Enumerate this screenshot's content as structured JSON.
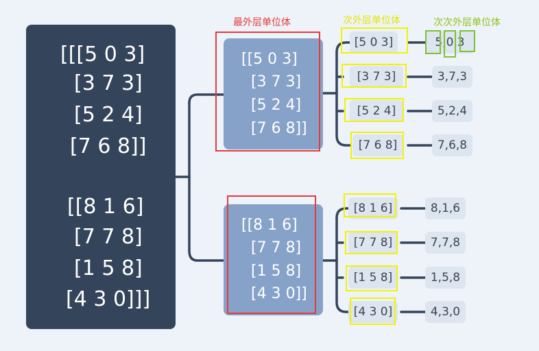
{
  "labels": {
    "outer": "最外层单位体",
    "second": "次外层单位体",
    "third": "次次外层单位体"
  },
  "root": {
    "lines": [
      "[[[5 0 3]",
      "[3 7 3]",
      "[5 2 4]",
      "[7 6 8]]",
      "[[8 1 6]",
      "[7 7 8]",
      "[1 5 8]",
      "[4 3 0]]]"
    ]
  },
  "groups": [
    {
      "lines": [
        "[[5 0 3]",
        "[3 7 3]",
        "[5 2 4]",
        "[7 6 8]]"
      ],
      "rows": [
        {
          "label": "[5 0 3]",
          "value": "5,0,3"
        },
        {
          "label": "[3 7 3]",
          "value": "3,7,3"
        },
        {
          "label": "[5 2 4]",
          "value": "5,2,4"
        },
        {
          "label": "[7 6 8]",
          "value": "7,6,8"
        }
      ]
    },
    {
      "lines": [
        "[[8 1 6]",
        "[7 7 8]",
        "[1 5 8]",
        "[4 3 0]]"
      ],
      "rows": [
        {
          "label": "[8 1 6]",
          "value": "8,1,6"
        },
        {
          "label": "[7 7 8]",
          "value": "7,7,8"
        },
        {
          "label": "[1 5 8]",
          "value": "1,5,8"
        },
        {
          "label": "[4 3 0]",
          "value": "4,3,0"
        }
      ]
    }
  ],
  "colors": {
    "root_bg": "#34445a",
    "mid_bg": "#87a2c8",
    "leaf_bg": "#dde5ef",
    "connector": "#34445a",
    "red_box": "#e23b3b",
    "yellow_box": "#f2f200",
    "green_box": "#7cc232"
  }
}
